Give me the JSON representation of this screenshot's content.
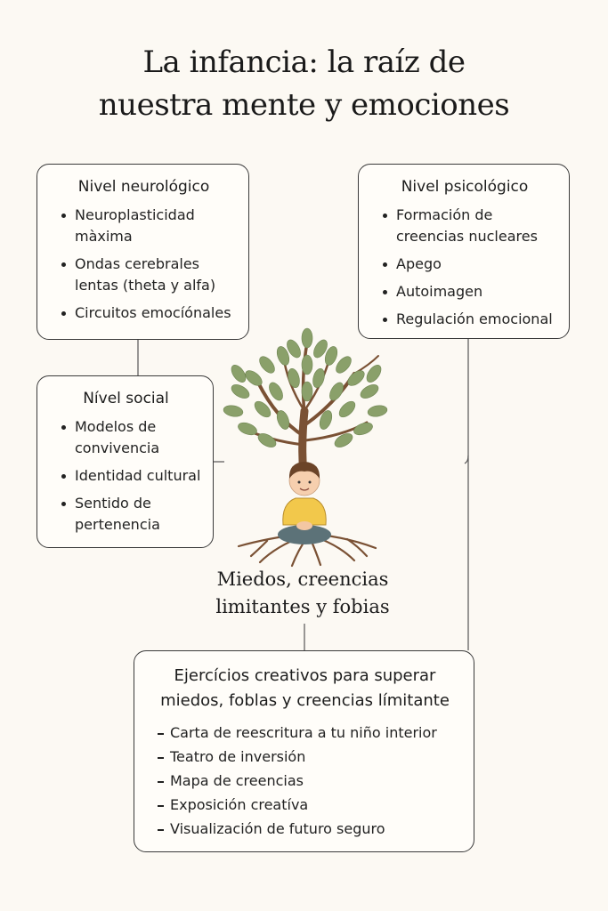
{
  "title": {
    "line1": "La infancia: la raíz de",
    "line2": "nuestra mente y emociones"
  },
  "neuro": {
    "title": "Nivel neurológico",
    "items": [
      "Neuroplasticidad màxima",
      "Ondas cerebrales lentas (theta y alfa)",
      "Circuitos emocíónales"
    ]
  },
  "psico": {
    "title": "Nivel psicológico",
    "items": [
      "Formación de creencias nucleares",
      "Apego",
      "Autoimagen",
      "Regulación emocional"
    ]
  },
  "social": {
    "title": "Nível social",
    "items": [
      "Modelos de convivencia",
      "Identidad cultural",
      "Sentido de pertenencia"
    ]
  },
  "center": {
    "line1": "Miedos, creencias",
    "line2": "limitantes y fobias"
  },
  "exercises": {
    "title_line1": "Ejercícios creativos para superar",
    "title_line2": "miedos, foblas y creencias límitante",
    "items": [
      "Carta de reescritura a tu niño interior",
      "Teatro de inversión",
      "Mapa de creencias",
      "Exposición creatíva",
      "Visualización de futuro seguro"
    ]
  },
  "colors": {
    "leaf": "#8aa06a",
    "trunk": "#7a5134",
    "shirt": "#f2c84b",
    "pants": "#5c7278",
    "hair": "#6b4428"
  }
}
